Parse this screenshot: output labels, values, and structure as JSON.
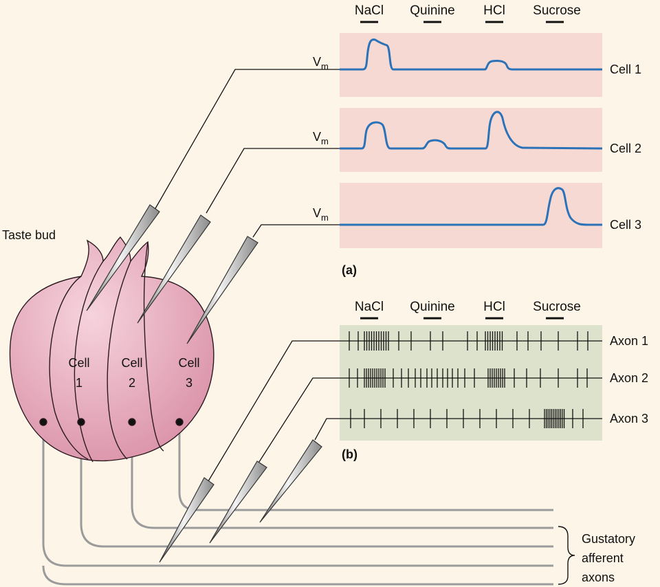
{
  "stimuli": [
    "NaCl",
    "Quinine",
    "HCl",
    "Sucrose"
  ],
  "panel_a": {
    "label": "(a)",
    "vm_label": "V",
    "vm_sub": "m",
    "traces": [
      {
        "name": "Cell 1",
        "responses": {
          "NaCl": "strong",
          "Quinine": "none",
          "HCl": "weak",
          "Sucrose": "none"
        }
      },
      {
        "name": "Cell 2",
        "responses": {
          "NaCl": "strong",
          "Quinine": "weak",
          "HCl": "strong",
          "Sucrose": "none"
        }
      },
      {
        "name": "Cell 3",
        "responses": {
          "NaCl": "none",
          "Quinine": "none",
          "HCl": "none",
          "Sucrose": "strong"
        }
      }
    ]
  },
  "panel_b": {
    "label": "(b)",
    "axons": [
      "Axon 1",
      "Axon 2",
      "Axon 3"
    ]
  },
  "taste_bud": {
    "title": "Taste bud",
    "cells": [
      {
        "line1": "Cell",
        "line2": "1"
      },
      {
        "line1": "Cell",
        "line2": "2"
      },
      {
        "line1": "Cell",
        "line2": "3"
      }
    ]
  },
  "afferent_label": [
    "Gustatory",
    "afferent",
    "axons"
  ],
  "colors": {
    "background": "#fdf6e8",
    "panel_a_bg": "#f5d9d2",
    "panel_b_bg": "#dde2cc",
    "trace": "#2b72b8",
    "bud_fill": "#e9b3c1"
  }
}
